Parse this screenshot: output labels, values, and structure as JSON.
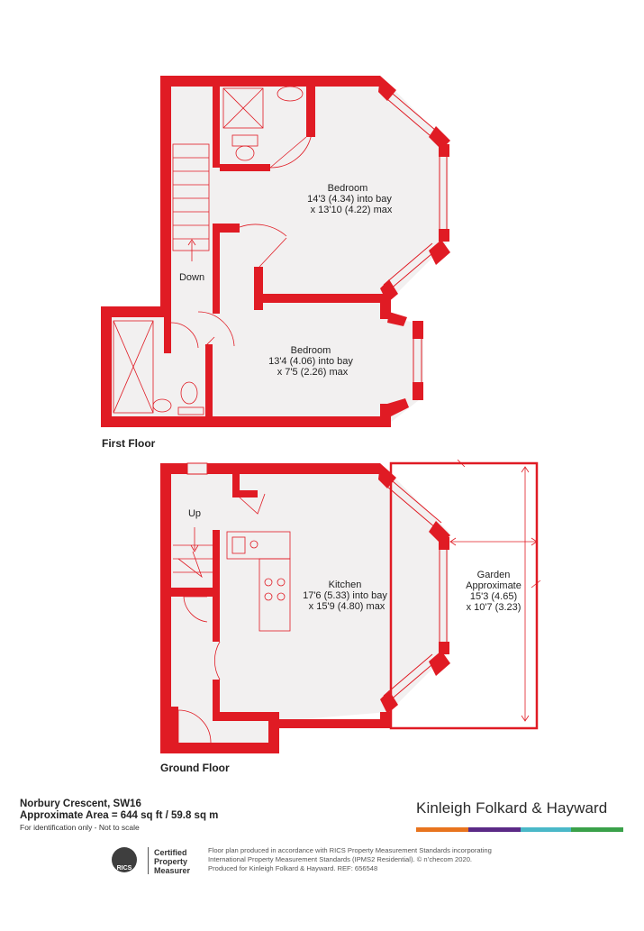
{
  "first_floor": {
    "label": "First Floor",
    "bedroom1": {
      "name": "Bedroom",
      "dim1": "14'3 (4.34) into bay",
      "dim2": "x 13'10 (4.22) max"
    },
    "bedroom2": {
      "name": "Bedroom",
      "dim1": "13'4 (4.06) into bay",
      "dim2": "x 7'5 (2.26) max"
    },
    "stairs_label": "Down"
  },
  "ground_floor": {
    "label": "Ground Floor",
    "kitchen": {
      "name": "Kitchen",
      "dim1": "17'6 (5.33) into bay",
      "dim2": "x 15'9 (4.80) max"
    },
    "garden": {
      "name": "Garden",
      "dim1": "Approximate",
      "dim2": "15'3 (4.65)",
      "dim3": "x 10'7 (3.23)"
    },
    "stairs_label": "Up"
  },
  "footer": {
    "address": "Norbury Crescent, SW16",
    "area": "Approximate Area = 644 sq ft / 59.8 sq m",
    "note": "For identification only - Not to scale",
    "brand": "Kinleigh Folkard & Hayward",
    "brand_colors": [
      "#e8741e",
      "#5b2a86",
      "#4ab8c8",
      "#3aa14a"
    ],
    "rics_word": "RICS",
    "rics_line1": "Certified",
    "rics_line2": "Property",
    "rics_line3": "Measurer",
    "disclaimer1": "Floor plan produced in accordance with RICS Property Measurement Standards incorporating",
    "disclaimer2": "International Property Measurement Standards (IPMS2 Residential).  © n’checom 2020.",
    "disclaimer3": "Produced for Kinleigh Folkard & Hayward.   REF: 656548"
  },
  "colors": {
    "wall": "#e01b24",
    "floor": "#f2f0f0",
    "line": "#e01b24"
  }
}
